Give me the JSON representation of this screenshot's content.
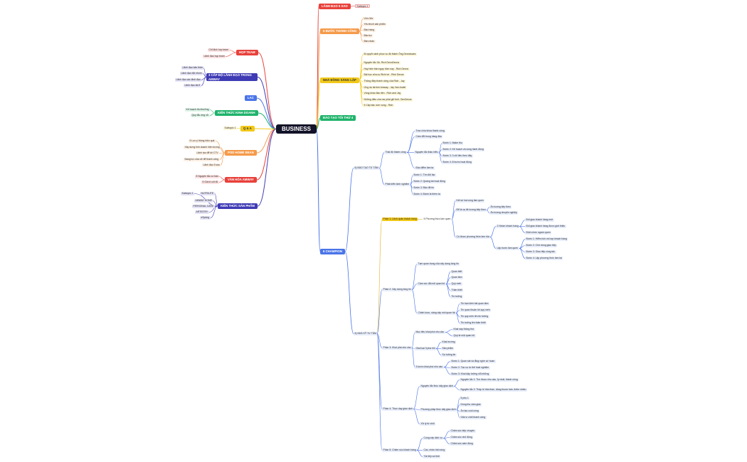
{
  "app": {
    "title": "Mind map"
  },
  "colors": {
    "root": "#121228",
    "red": "#e8413b",
    "orange": "#f59a4a",
    "yellow": "#f2c919",
    "green": "#1fb36b",
    "blue": "#4a74e8",
    "purple": "#3f3bb5",
    "gold_branch": "#e0b52e"
  },
  "root": {
    "label": "BUSINESS"
  },
  "branches": {
    "lanh_dao": {
      "label": "LÃNH ĐẠO 5 SAO",
      "children": [
        "Subtopic 1"
      ]
    },
    "buoc": {
      "label": "5 BƯỚC THÀNH CÔNG",
      "children": [
        "Ước Mơ",
        "Yêu thích sản phẩm",
        "Bảo hàng",
        "Bảo trợ",
        "Bản nhân"
      ]
    },
    "nha_dong_sang_lap": {
      "label": "NHÀ ĐỒNG SÁNG LẬP",
      "children": [
        "Bí quyết cánh phục vụ độ thành Ông Devodsaes",
        "Nguyên tắc 3A- Rich DevoDevos",
        "Hay hiện bản ngay hôm nay - Rich Devos",
        "Bài học cửa cụ Richi về - Rich Devos",
        "Thông điệp thành công của Rich - Jay",
        "Ứng dụ tài tinh Amway - Jay Van Andel",
        "Vòng khác đầu tiên - Rich and Jay",
        "Những điều cha mẹ phải giữ tinh- DevDevos",
        "5 Cấp bậc ươn vọng - Rich"
      ]
    },
    "dap_tao": {
      "label": "ĐÀO TẠO TỐI THỨ 4"
    },
    "six_champion": {
      "label": "6 CHAMPION"
    },
    "hop_team": {
      "label": "HỌP TEAM",
      "children": [
        "Chỉ định họp team",
        "Lãnh đạo họp team"
      ]
    },
    "cap_do": {
      "label": "3 CẤP ĐỘ LÃNH ĐẠO TRONG AMWAY",
      "children": [
        "Lãnh đạo bản thân",
        "Lãnh đạo đội nhóm",
        "Lãnh đạo các lãnh đạo",
        "Lãnh đạo đa tỉ"
      ]
    },
    "lac": {
      "label": "LAC"
    },
    "kien_thuc_kd": {
      "label": "KIẾN THỨC KINH DOANH",
      "children": [
        "Kế hoạch thu thưởng",
        "Quy tắc ứng xử"
      ]
    },
    "qa": {
      "label": "Q & A",
      "children": [
        "Subtopic 1"
      ]
    },
    "pod": {
      "label": "POD HOME BEAN",
      "children": [
        "5 Lưu ý thông hiệu quả",
        "Xây dựng tình doanh hiện tượng",
        "Lãnh tạo để tối CTV",
        "Nàng lực của nở để thành công",
        "Lãnh đạo 5 sao"
      ]
    },
    "van_hoa": {
      "label": "VĂN HÓA AMWAY",
      "children": [
        "8 Nguyên tắc cơ bản",
        "5 Giá trị cốt lõi"
      ]
    },
    "kien_thuc_sp": {
      "label": "KIẾN THỨC SẢN PHẨM",
      "children": [
        "Subtopic 1",
        "NUTRILITE",
        "AMWAY HOME",
        "PERSONAL CARE",
        "ARTISTRY",
        "eSpring"
      ]
    }
  },
  "champion": {
    "bo_dao_tao": "6) ĐÀO TẠO TỪ TÂM",
    "thai_do": "Thái độ thành công",
    "thai_do_children": [
      "Trao chìa khóa thành công",
      "Cảm đổi trong hàng đầu"
    ],
    "nguyen_tac": "Nguyên tắc thấu hiểu",
    "nguyen_tac_children": [
      "Bước 1: Make thu",
      "Bước 2: Kế hoạch và cùng hành động",
      "Bước 3: 3 chỉ tiêu theo đây",
      "Bước 4: 8 bước hoạt động"
    ],
    "dao_tao_cap": "Đào điểm làm ta",
    "phat_trien": "Phát triển kinh nghiệm",
    "phat_trien_children": [
      "Bước 1: Tìm đối tác",
      "Bước 2: Quảng bá hoạt động",
      "Bước 3: Bảo đã tin",
      "Bước 4: Đánh là thêm ta"
    ],
    "phan1": "Phần 1: Lãnh quản khách hàng",
    "phan1_sub": "5 Phương thức làm quen",
    "p1_children": [
      "Kết số hai cùng làm quen",
      "Để là xạ đề tương tiếp theo",
      "Có được phương thức làm rủa"
    ],
    "p1_sub2": [
      "Ăn tượng tiếp theo",
      "Ăn tượng chuyện nghiệp"
    ],
    "p1_sub3": [
      "2 Nhóm khách hàng",
      "Lặp bước làm quen"
    ],
    "p1_sub4": [
      "Đối giao khách hàng mới",
      "Đối giao khách hàng được giới thiệu",
      "Định chức nguồn quen"
    ],
    "p1_sub5": [
      "Bước 1: Hiểm tích và hợp khách hàng",
      "Bước 2: Chờ dùng giao tiếp",
      "Bước 3: Giao tiếp cùng tác",
      "Bước 4: Lập phương thức làm lại"
    ],
    "phan2": "Phần 2: Xây dựng lòng tin",
    "p2_children": [
      "Tạm quan trọng của xây dựng lòng tin",
      "Cảm xúc đã mối quan hệ",
      "Chiến lược, nâng cấp mối quan hệ"
    ],
    "p2_sub1": [
      "Quan biết",
      "Quan tâm",
      "Quý mến",
      "Thân thiết",
      "Tin tưởng"
    ],
    "p2_sub2": [
      "Tin bạn kiến bài quan tâm",
      "Tin quan thuận lời quý mến",
      "Tin quý mến lên tin tưởng",
      "Tin tưởng lên thân thiết"
    ],
    "tu_van": "6) NHÀ SỸ TƯ TÂM",
    "phan3": "Phần 3: Khai phá nhu cầu",
    "p3_children": [
      "Mục tiêu khai phá nhu cầu",
      "Giai loại 3 pha hỏi",
      "3 bước khai phá nhu cầu"
    ],
    "p3_sub1": [
      "Khai sáp thông thứ",
      "Quý là một quan hệ"
    ],
    "p3_sub2": [
      "Khai trường",
      "Sản phẩm",
      "Sự tuởng tin"
    ],
    "p3_sub3": [
      "Bước 1: Quan sát và lắng nghe cứ hoàn",
      "Bước 2: Tạo cụ tư thế hoài nghiệm",
      "Bước 3: Khai dậy tưởng nổi những"
    ],
    "phan4": "Phần 4: Thực dạy giao dịch",
    "p4_children": [
      "Nguyên tắc thúc dấy giao dịch",
      "Phương pháp thúc dấy giao dịch",
      "Xử lý từ chối"
    ],
    "p4_sub1": [
      "Nguyên tắc 1: Tìm được nhu cầu, lý nhất, thành công",
      "Nguyên tắc 2: Thấp tố hỏa thán, dòng thuơn bấn, thêm nhiều"
    ],
    "p4_sub2": [
      "5 phụ 1",
      "Dòng thu cảm giác",
      "Ân tạo cuối cùng",
      "Giải vì chốt thành công"
    ],
    "phan5": "Phần 5: Chăm sóc khách hàng",
    "p5_children": [
      "Cung cấp dịch vụ",
      "Các, nhân trải nóng",
      "Tái tiếp và thời"
    ],
    "p5_sub1": [
      "Chăm sóc tiếp chuyện",
      "Chăm sóc chủ động",
      "Chăm sóc cảm động"
    ]
  }
}
